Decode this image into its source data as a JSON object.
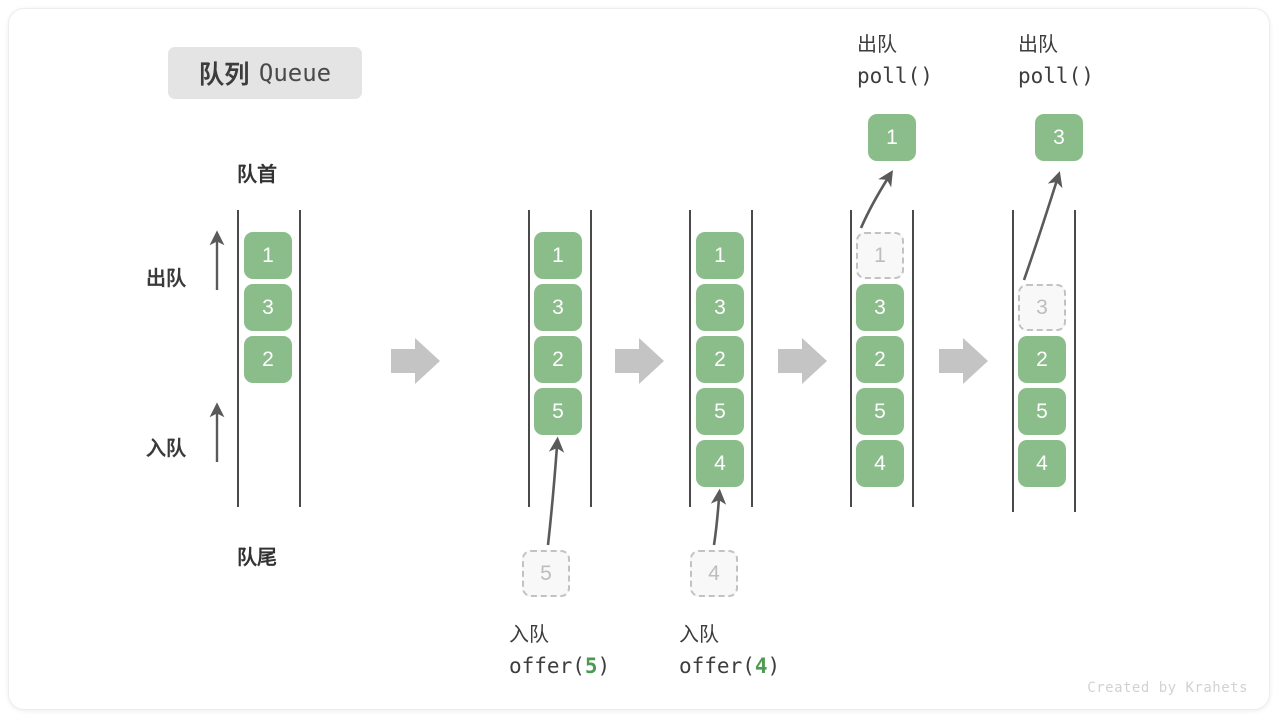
{
  "title": {
    "cn": "队列",
    "en": "Queue"
  },
  "labels": {
    "head": "队首",
    "tail": "队尾",
    "dequeue_side": "出队",
    "enqueue_side": "入队"
  },
  "footer": "Created by Krahets",
  "colors": {
    "cell_fill": "#8bbd8b",
    "cell_text": "#ffffff",
    "ghost_border": "#c2c2c2",
    "ghost_fill": "#f8f8f8",
    "ghost_text": "#bdbdbd",
    "rail": "#4a4a4a",
    "step_arrow": "#c4c4c4",
    "curve_arrow": "#5a5a5a",
    "accent_value": "#4f9a52",
    "badge_bg": "#e4e4e4"
  },
  "columns": [
    {
      "name": "initial-queue",
      "cells": [
        "1",
        "3",
        "2"
      ],
      "ghost": null,
      "popped": null
    },
    {
      "name": "after-offer-5",
      "cells": [
        "1",
        "3",
        "2",
        "5"
      ],
      "ghost": {
        "value": "5",
        "position": "below",
        "slot": 4
      },
      "popped": null
    },
    {
      "name": "after-offer-4",
      "cells": [
        "1",
        "3",
        "2",
        "5",
        "4"
      ],
      "ghost": {
        "value": "4",
        "position": "below",
        "slot": 5
      },
      "popped": null
    },
    {
      "name": "after-poll-1",
      "cells": [
        "3",
        "2",
        "5",
        "4"
      ],
      "ghost": {
        "value": "1",
        "position": "inside",
        "slot": 0
      },
      "popped": "1"
    },
    {
      "name": "after-poll-3",
      "cells": [
        "2",
        "5",
        "4"
      ],
      "ghost": {
        "value": "3",
        "position": "inside",
        "slot": 1
      },
      "popped": "3"
    }
  ],
  "operations": {
    "offer_5": {
      "cn": "入队",
      "code_prefix": "offer(",
      "value": "5",
      "code_suffix": ")"
    },
    "offer_4": {
      "cn": "入队",
      "code_prefix": "offer(",
      "value": "4",
      "code_suffix": ")"
    },
    "poll_1": {
      "cn": "出队",
      "code": "poll()"
    },
    "poll_2": {
      "cn": "出队",
      "code": "poll()"
    }
  }
}
